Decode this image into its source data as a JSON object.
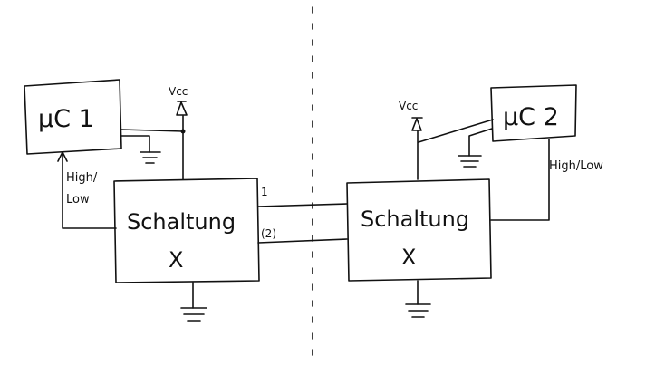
{
  "diagram": {
    "left": {
      "controller_label": "μC 1",
      "supply_label": "Vcc",
      "signal_label_line1": "High/",
      "signal_label_line2": "Low",
      "circuit_name": "Schaltung",
      "circuit_variant": "X"
    },
    "right": {
      "controller_label": "μC 2",
      "supply_label": "Vcc",
      "signal_label": "High/Low",
      "circuit_name": "Schaltung",
      "circuit_variant": "X"
    },
    "link": {
      "wire_1_label": "1",
      "wire_2_label": "(2)"
    }
  }
}
